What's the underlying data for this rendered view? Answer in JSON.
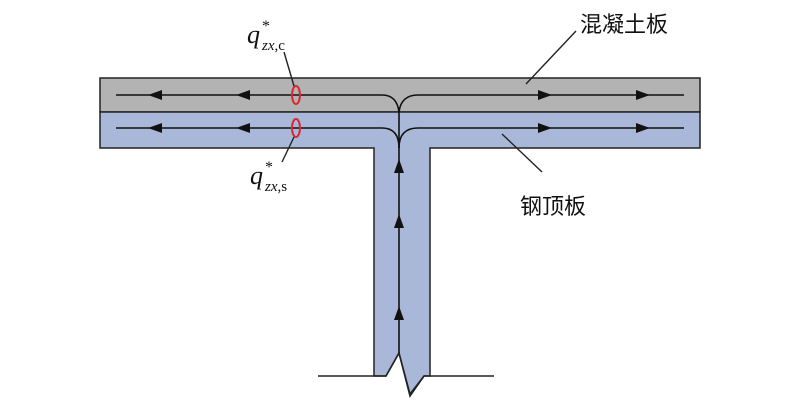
{
  "labels": {
    "concrete_slab": "混凝土板",
    "steel_top_plate": "钢顶板"
  },
  "shear_flow_concrete": {
    "symbol": "q",
    "superscript": "*",
    "subscript_italic": "zx",
    "subscript_tail": ",c"
  },
  "shear_flow_steel": {
    "symbol": "q",
    "superscript": "*",
    "subscript_italic": "zx",
    "subscript_tail": ",s"
  },
  "colors": {
    "concrete_fill": "#b3b3b3",
    "steel_fill": "#a9b8d8",
    "outline": "#222222",
    "flow_line": "#111111",
    "ellipse_marker": "#d9262c"
  }
}
